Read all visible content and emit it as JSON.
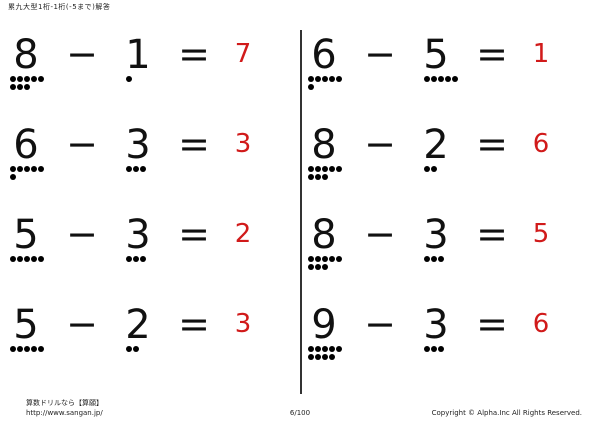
{
  "title": "累九大型1桁-1桁(-5まで)解答",
  "problems": [
    {
      "a": "8",
      "b": "1",
      "ans": "7",
      "minus": "−",
      "equals": "=",
      "dots_a": 8,
      "dots_b": 1
    },
    {
      "a": "6",
      "b": "5",
      "ans": "1",
      "minus": "−",
      "equals": "=",
      "dots_a": 6,
      "dots_b": 5
    },
    {
      "a": "6",
      "b": "3",
      "ans": "3",
      "minus": "−",
      "equals": "=",
      "dots_a": 6,
      "dots_b": 3
    },
    {
      "a": "8",
      "b": "2",
      "ans": "6",
      "minus": "−",
      "equals": "=",
      "dots_a": 8,
      "dots_b": 2
    },
    {
      "a": "5",
      "b": "3",
      "ans": "2",
      "minus": "−",
      "equals": "=",
      "dots_a": 5,
      "dots_b": 3
    },
    {
      "a": "8",
      "b": "3",
      "ans": "5",
      "minus": "−",
      "equals": "=",
      "dots_a": 8,
      "dots_b": 3
    },
    {
      "a": "5",
      "b": "2",
      "ans": "3",
      "minus": "−",
      "equals": "=",
      "dots_a": 5,
      "dots_b": 2
    },
    {
      "a": "9",
      "b": "3",
      "ans": "6",
      "minus": "−",
      "equals": "=",
      "dots_a": 9,
      "dots_b": 3
    }
  ],
  "footer": {
    "site_name": "算数ドリルなら【算願】",
    "url": "http://www.sangan.jp/",
    "page": "6/100",
    "copyright": "Copyright © Alpha.Inc All Rights Reserved."
  }
}
